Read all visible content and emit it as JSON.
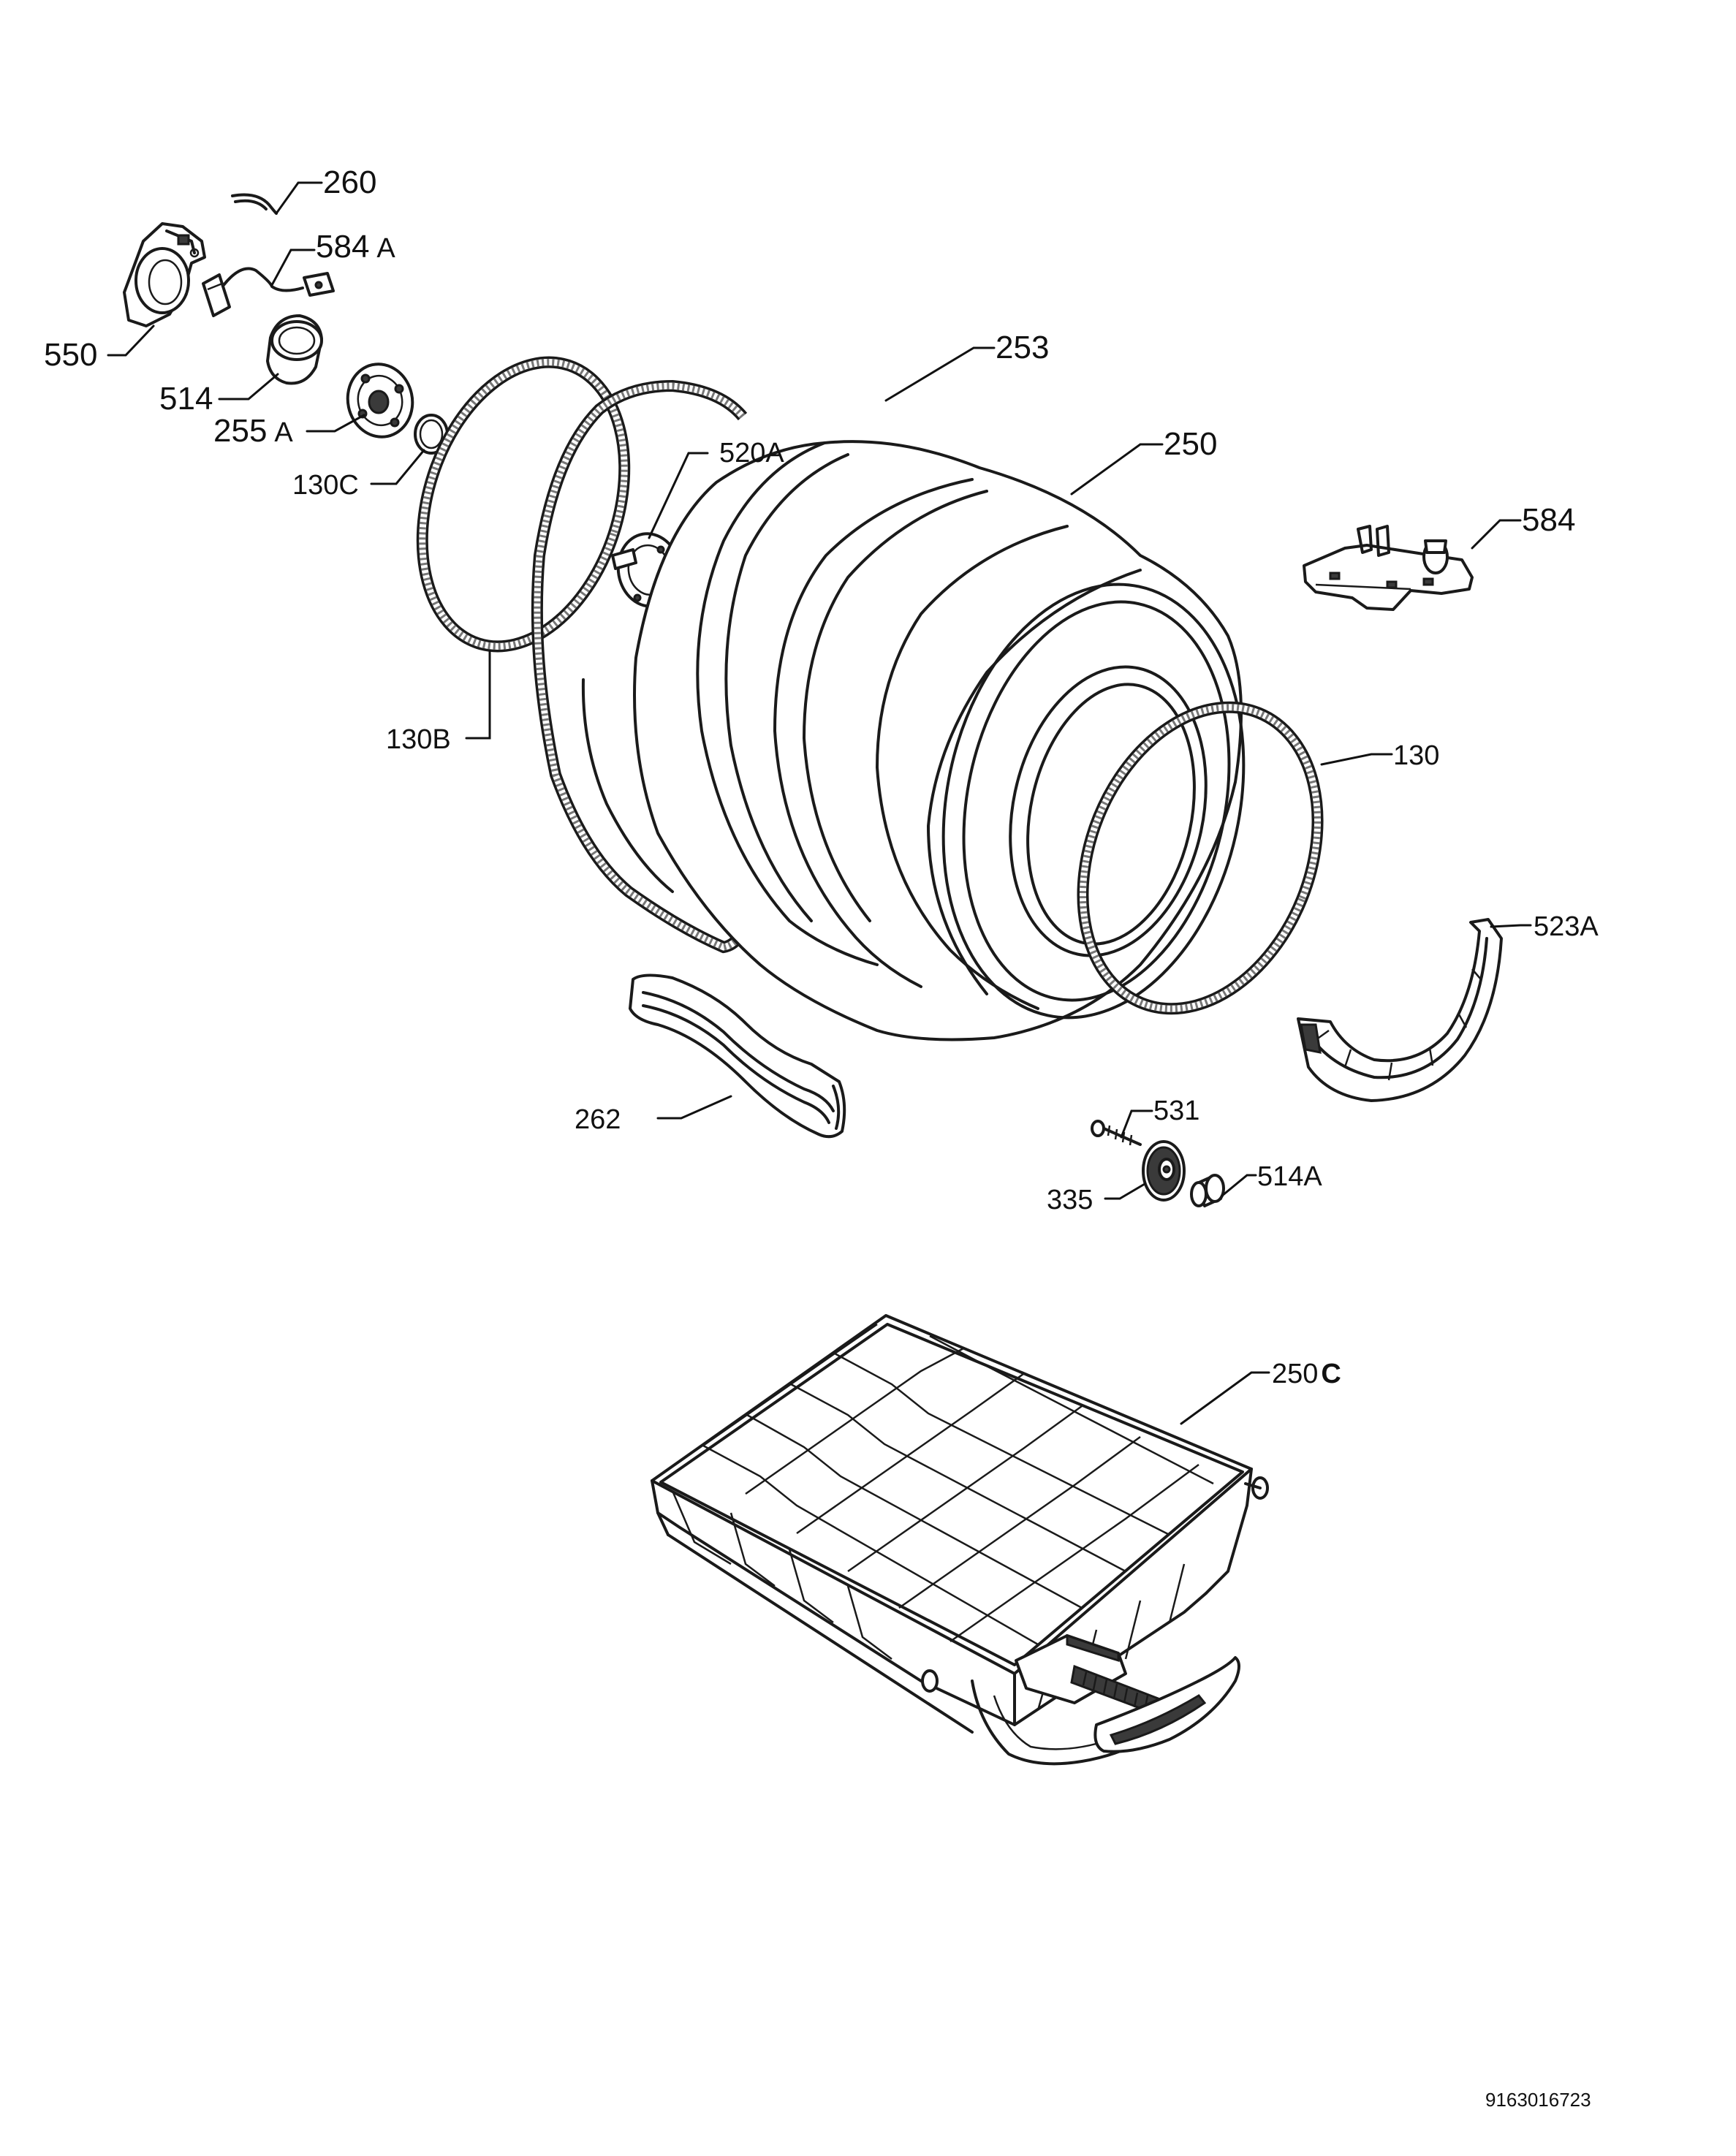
{
  "callouts": {
    "p260": "260",
    "p584a_num": "584",
    "p584a_suf": "A",
    "p550": "550",
    "p514": "514",
    "p255a_num": "255",
    "p255a_suf": "A",
    "p130c": "130C",
    "p253": "253",
    "p520a": "520A",
    "p250": "250",
    "p584": "584",
    "p130b": "130B",
    "p130": "130",
    "p523a": "523A",
    "p262": "262",
    "p531": "531",
    "p335": "335",
    "p514a": "514A",
    "p250c_num": "250",
    "p250c_suf": "C"
  },
  "document_id": "9163016723"
}
